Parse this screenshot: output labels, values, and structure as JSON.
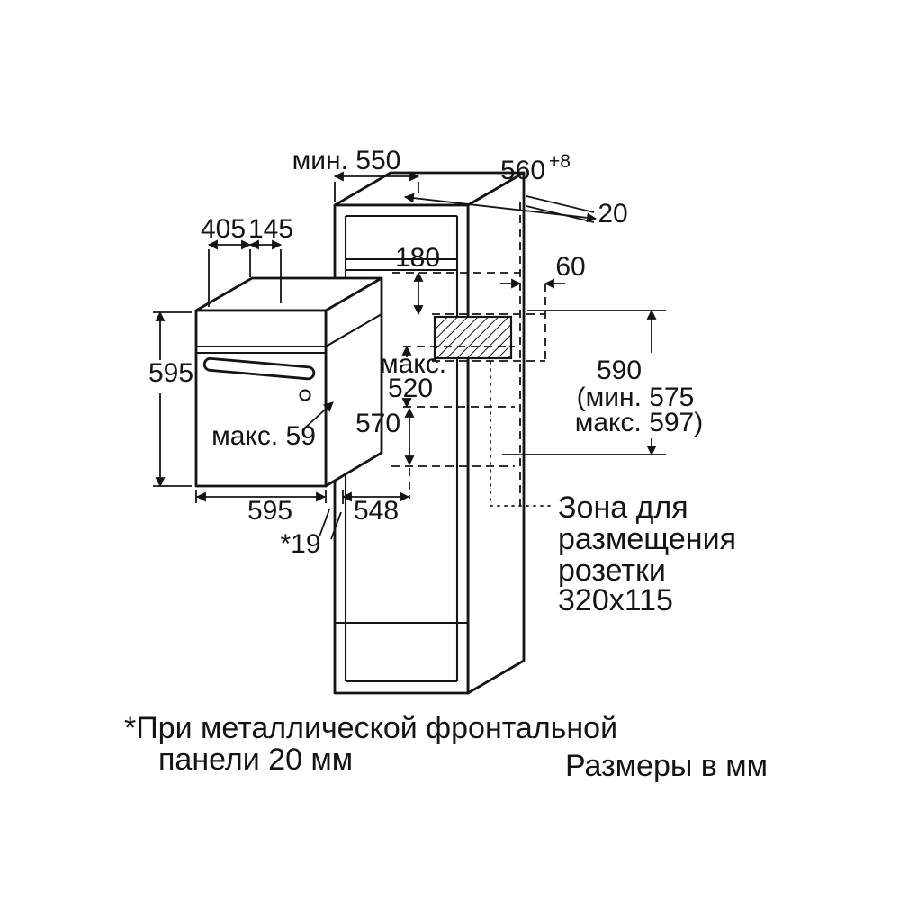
{
  "diagram": {
    "dims": {
      "min_depth": "мин. 550",
      "niche_width": "560",
      "niche_width_tol": "+8",
      "rear_gap": "20",
      "oven_depth_a": "405",
      "oven_depth_b": "145",
      "shelf_offset": "180",
      "socket_offset": "60",
      "oven_height": "595",
      "max_label": "макс.",
      "max_520": "520",
      "depth_570": "570",
      "max_59": "макс. 59",
      "oven_width": "595",
      "body_depth": "548",
      "front_protrusion": "*19",
      "niche_height": "590",
      "niche_height_min": "(мин. 575",
      "niche_height_max": "макс. 597)"
    },
    "socket_note": {
      "l1": "Зона для",
      "l2": "размещения",
      "l3": "розетки",
      "l4": "320x115"
    },
    "footnote": {
      "l1": "*При металлической фронтальной",
      "l2": "панели 20 мм"
    },
    "units": "Размеры в мм"
  }
}
